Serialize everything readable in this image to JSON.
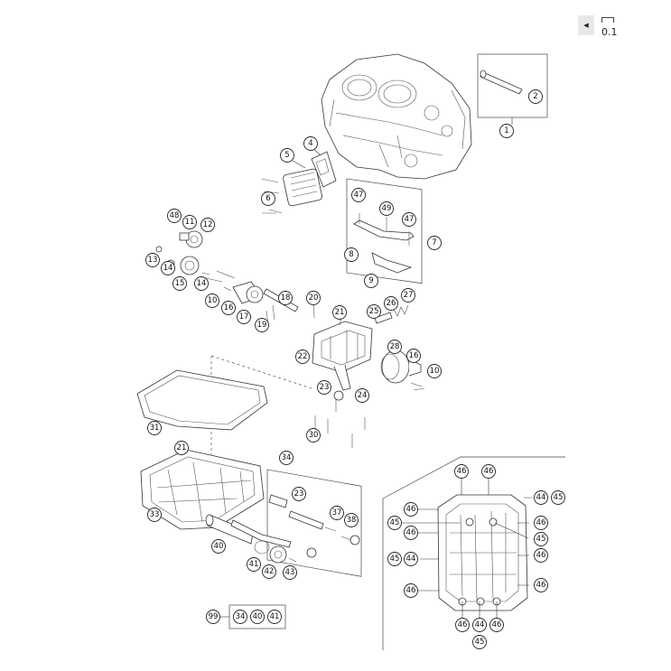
{
  "zoom": {
    "back_icon": "triangle-left-icon",
    "value": "0.1"
  },
  "kit_row": [
    "99",
    "34",
    "40",
    "41"
  ],
  "callouts": {
    "c1": "1",
    "c2": "2",
    "c4": "4",
    "c5": "5",
    "c6": "6",
    "c47a": "47",
    "c49": "49",
    "c47b": "47",
    "c7": "7",
    "c48": "48",
    "c11": "11",
    "c12": "12",
    "c13": "13",
    "c14a": "14",
    "c15": "15",
    "c14b": "14",
    "c8": "8",
    "c9": "9",
    "c10a": "10",
    "c16a": "16",
    "c17": "17",
    "c19": "19",
    "c18": "18",
    "c20": "20",
    "c21a": "21",
    "c26": "26",
    "c27": "27",
    "c25": "25",
    "c22": "22",
    "c28": "28",
    "c16b": "16",
    "c10b": "10",
    "c23a": "23",
    "c24": "24",
    "c30": "30",
    "c31": "31",
    "c21b": "21",
    "c34": "34",
    "c33": "33",
    "c23b": "23",
    "c37": "37",
    "c38": "38",
    "c40": "40",
    "c41": "41",
    "c42": "42",
    "c43": "43",
    "d46a": "46",
    "d46b": "46",
    "d46c": "46",
    "d44a": "44",
    "d45a": "45",
    "d45b": "45",
    "d46d": "46",
    "d45c": "45",
    "d46e": "46",
    "d45d": "45",
    "d44b": "44",
    "d46f": "46",
    "d46g": "46",
    "d46h": "46",
    "d46i": "46",
    "d44c": "44",
    "d46j": "46",
    "d45e": "45"
  }
}
